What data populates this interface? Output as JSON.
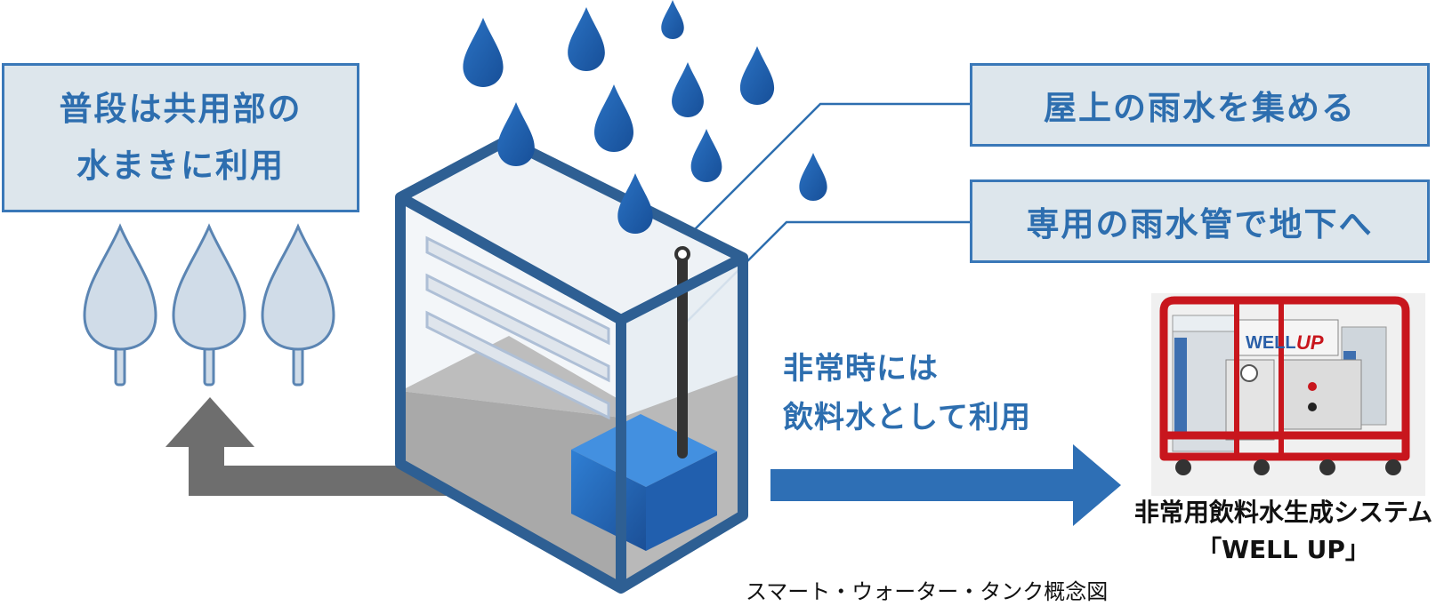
{
  "labels": {
    "usage_line1": "普段は共用部の",
    "usage_line2": "水まきに利用",
    "collect": "屋上の雨水を集める",
    "route": "専用の雨水管で地下へ",
    "emergency_line1": "非常時には",
    "emergency_line2": "飲料水として利用"
  },
  "machine": {
    "caption_line1": "非常用飲料水生成システム",
    "caption_line2": "「WELL UP」",
    "logo_well": "WELL",
    "logo_up": "UP"
  },
  "caption": "スマート・ウォーター・タンク概念図",
  "colors": {
    "accent_blue": "#2d6eaf",
    "box_fill": "#dde6ec",
    "rain_blue": "#1f5fb0",
    "gray_arrow": "#6e6e6e",
    "machine_red": "#c8161d"
  }
}
